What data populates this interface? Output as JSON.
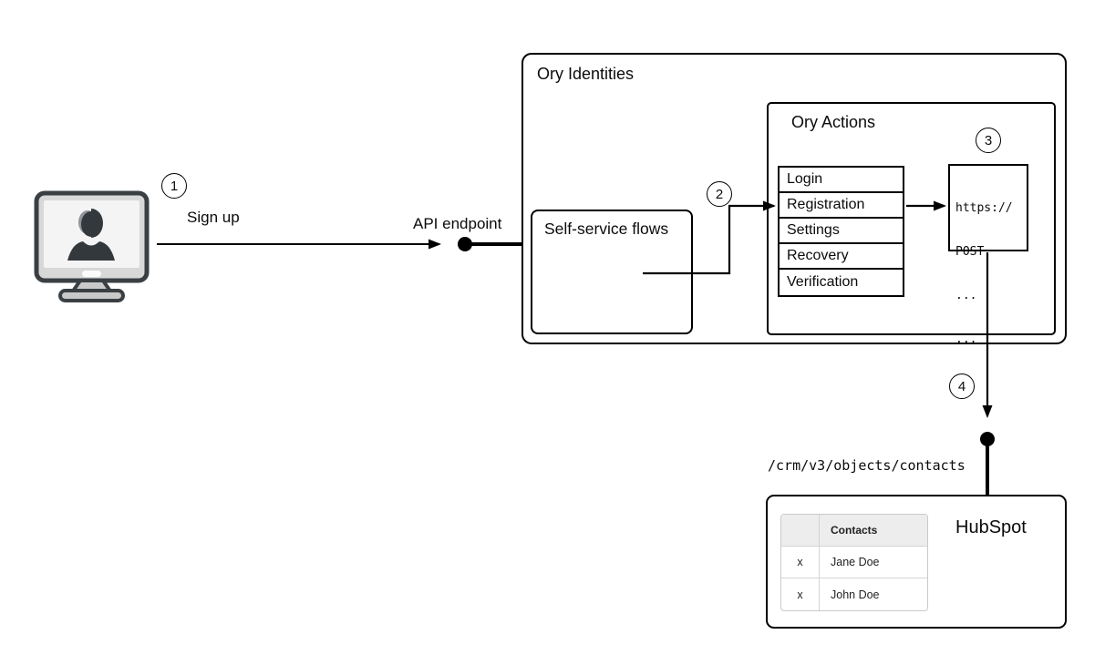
{
  "diagram": {
    "steps": {
      "s1": "1",
      "s2": "2",
      "s3": "3",
      "s4": "4"
    },
    "labels": {
      "sign_up": "Sign up",
      "api_endpoint": "API endpoint",
      "ory_identities": "Ory Identities",
      "self_service_flows": "Self-service flows",
      "ory_actions": "Ory Actions",
      "hubspot": "HubSpot",
      "crm_path": "/crm/v3/objects/contacts"
    },
    "flows": [
      "Login",
      "Registration",
      "Settings",
      "Recovery",
      "Verification"
    ],
    "code_snippet": {
      "lines": [
        "https://",
        "POST",
        "...",
        "..."
      ]
    },
    "contacts_table": {
      "header": "Contacts",
      "rows": [
        {
          "mark": "x",
          "name": "Jane Doe"
        },
        {
          "mark": "x",
          "name": "John Doe"
        }
      ]
    },
    "icons": {
      "user_computer": "user-computer-icon"
    },
    "colors": {
      "stroke": "#000000",
      "monitor_bezel": "#d8d8d8",
      "monitor_screen": "#f4f4f4",
      "monitor_outline": "#3a3f44",
      "silhouette": "#33383d",
      "table_border": "#d4d4d4",
      "table_header_bg": "#ededed"
    }
  }
}
